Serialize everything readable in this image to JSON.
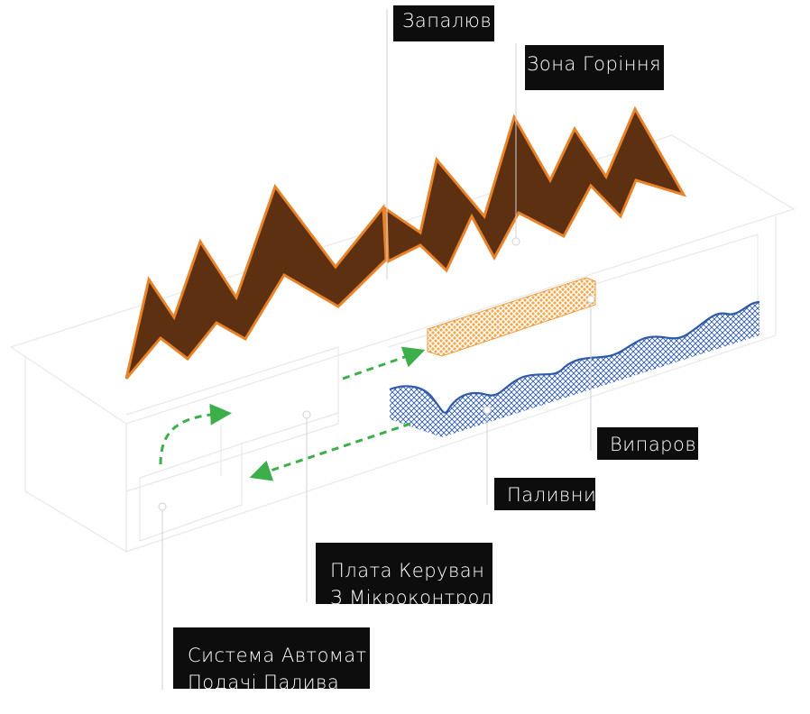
{
  "labels": {
    "ignition": "Запалюв",
    "combustion_zone": "Зона Горіння",
    "evaporator": "Випаров",
    "fuel_tank": "Паливни",
    "control_board": [
      "Плата Керуван",
      "З Мікроконтрол"
    ],
    "fuel_feed_system": [
      "Система Автомат",
      "Подачі Палива"
    ]
  },
  "colors": {
    "flame_fill": "#5c3010",
    "flame_stroke": "#e8832a",
    "ignition_fill": "#f09a3c",
    "fuel_fill": "#2f5aa8",
    "arrow": "#3cae4a",
    "outline": "#e6e6e6",
    "label_bg": "#0d0d0d"
  }
}
